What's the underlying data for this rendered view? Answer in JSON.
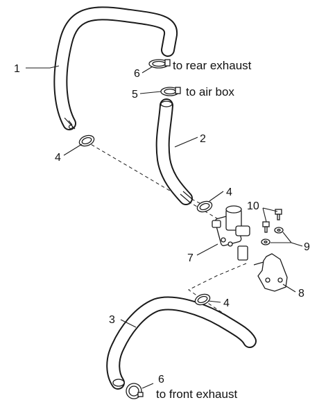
{
  "callouts": {
    "c1": "1",
    "c2": "2",
    "c3": "3",
    "c4a": "4",
    "c4b": "4",
    "c4c": "4",
    "c5": "5",
    "c6a": "6",
    "c6b": "6",
    "c7": "7",
    "c8": "8",
    "c9": "9",
    "c10": "10"
  },
  "annotations": {
    "rear_exhaust": "to rear exhaust",
    "air_box": "to air box",
    "front_exhaust": "to front exhaust"
  }
}
